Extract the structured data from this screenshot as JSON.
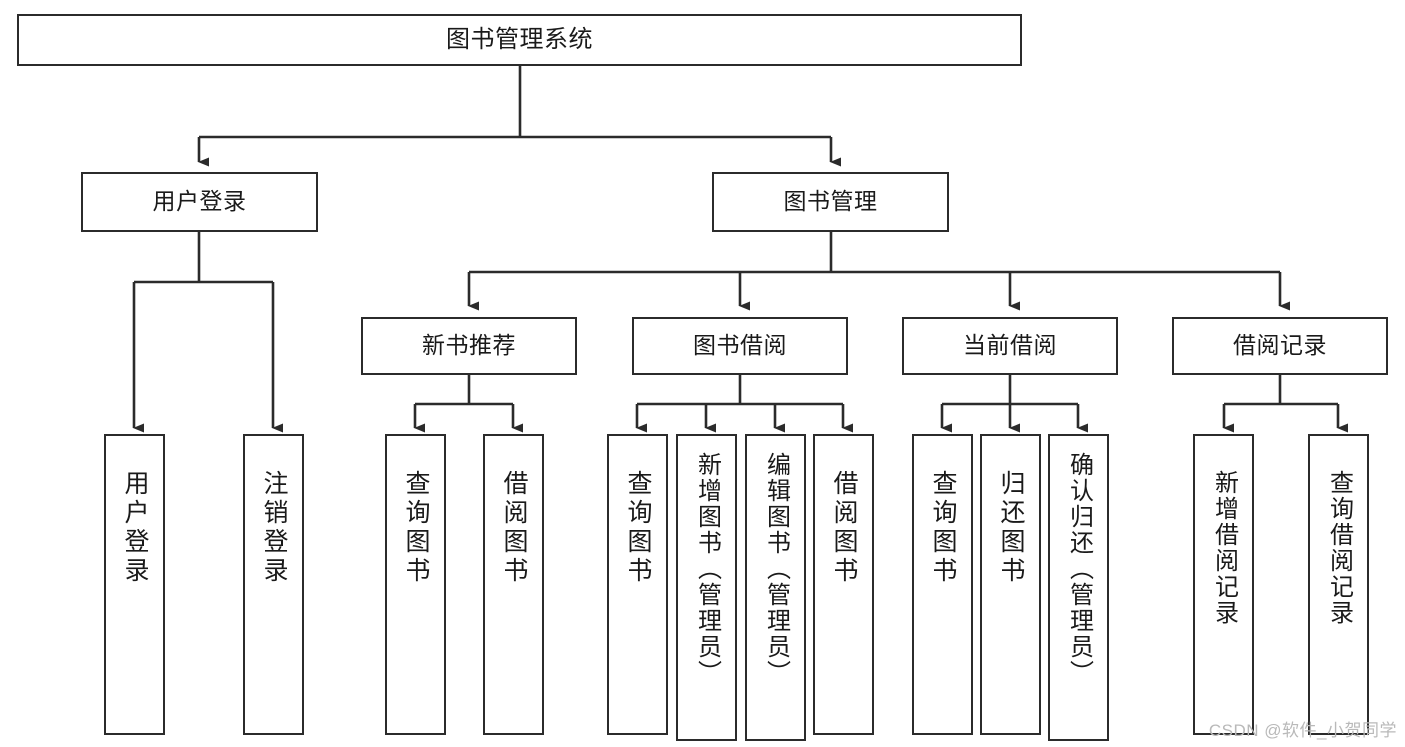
{
  "diagram": {
    "title": "图书管理系统",
    "type": "tree",
    "watermark": "CSDN @软件_小贺同学",
    "colors": {
      "stroke": "#2b2b2b",
      "fill": "#ffffff",
      "text": "#1a1a1a",
      "watermark": "#b9b9b9"
    },
    "nodes": {
      "root": {
        "label": "图书管理系统"
      },
      "level2": [
        {
          "id": "user-login",
          "label": "用户登录"
        },
        {
          "id": "book-manage",
          "label": "图书管理"
        }
      ],
      "level3": [
        {
          "id": "new-book-rec",
          "label": "新书推荐"
        },
        {
          "id": "book-borrow",
          "label": "图书借阅"
        },
        {
          "id": "current-borrow",
          "label": "当前借阅"
        },
        {
          "id": "borrow-record",
          "label": "借阅记录"
        }
      ],
      "leaves": [
        {
          "id": "leaf-user-login",
          "label": "用户登录",
          "parent": "user-login"
        },
        {
          "id": "leaf-logout",
          "label": "注销登录",
          "parent": "user-login"
        },
        {
          "id": "leaf-query-book-1",
          "label": "查询图书",
          "parent": "new-book-rec"
        },
        {
          "id": "leaf-borrow-book-1",
          "label": "借阅图书",
          "parent": "new-book-rec"
        },
        {
          "id": "leaf-query-book-2",
          "label": "查询图书",
          "parent": "book-borrow"
        },
        {
          "id": "leaf-add-book",
          "label": "新增图书（管理员）",
          "parent": "book-borrow"
        },
        {
          "id": "leaf-edit-book",
          "label": "编辑图书（管理员）",
          "parent": "book-borrow"
        },
        {
          "id": "leaf-borrow-book-2",
          "label": "借阅图书",
          "parent": "book-borrow"
        },
        {
          "id": "leaf-query-book-3",
          "label": "查询图书",
          "parent": "current-borrow"
        },
        {
          "id": "leaf-return-book",
          "label": "归还图书",
          "parent": "current-borrow"
        },
        {
          "id": "leaf-confirm-return",
          "label": "确认归还（管理员）",
          "parent": "current-borrow"
        },
        {
          "id": "leaf-add-record",
          "label": "新增借阅记录",
          "parent": "borrow-record"
        },
        {
          "id": "leaf-query-record",
          "label": "查询借阅记录",
          "parent": "borrow-record"
        }
      ]
    }
  }
}
